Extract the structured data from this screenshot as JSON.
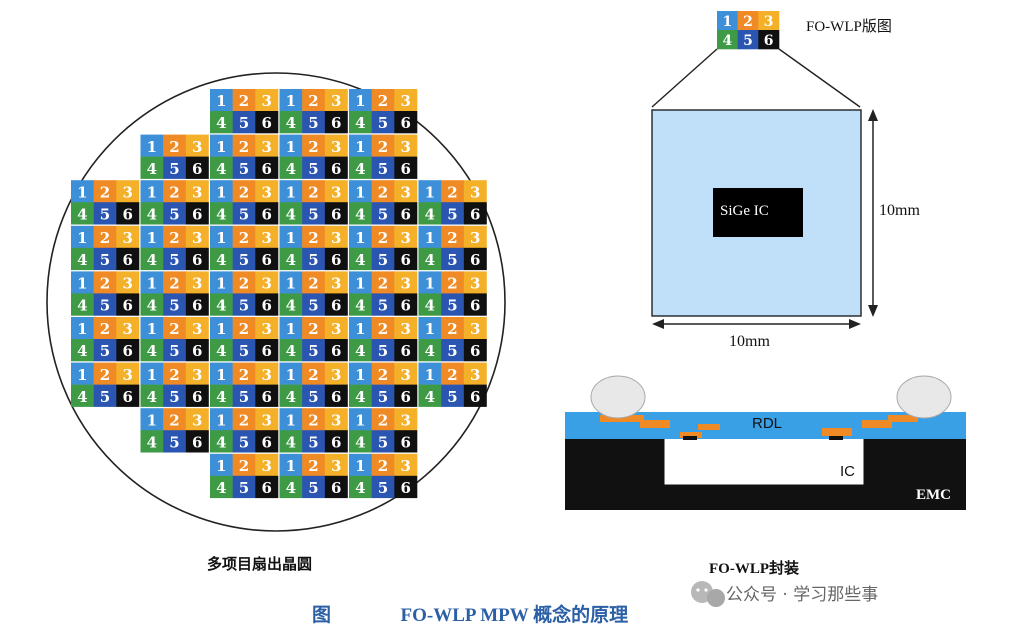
{
  "wafer": {
    "caption": "多项目扇出晶圆",
    "rows": [
      [
        2,
        3
      ],
      [
        1,
        4
      ],
      [
        0,
        6
      ],
      [
        0,
        6
      ],
      [
        0,
        6
      ],
      [
        0,
        6
      ],
      [
        0,
        6
      ],
      [
        1,
        4
      ],
      [
        2,
        3
      ]
    ],
    "die_numbers": [
      "1",
      "2",
      "3",
      "4",
      "5",
      "6"
    ],
    "colors": {
      "q1": "#3d8fd8",
      "q2": "#f08a24",
      "q3": "#f5b02a",
      "q4": "#3f9a46",
      "q5": "#2a56b2",
      "q6": "#101010"
    }
  },
  "layout_view": {
    "label": "FO-WLP版图",
    "die_label": "SiGe IC",
    "dim_vertical": "10mm",
    "dim_horizontal": "10mm",
    "colors": {
      "substrate": "#bfe0f8",
      "die": "#000000"
    }
  },
  "package_view": {
    "caption": "FO-WLP封装",
    "rdl_label": "RDL",
    "ic_label": "IC",
    "emc_label": "EMC",
    "colors": {
      "rdl": "#3aa0e6",
      "emc": "#111111",
      "pads": "#f08a24"
    }
  },
  "figure": {
    "prefix": "图",
    "title": "FO-WLP MPW 概念的原理"
  },
  "watermark": {
    "text": "公众号 · 学习那些事"
  }
}
